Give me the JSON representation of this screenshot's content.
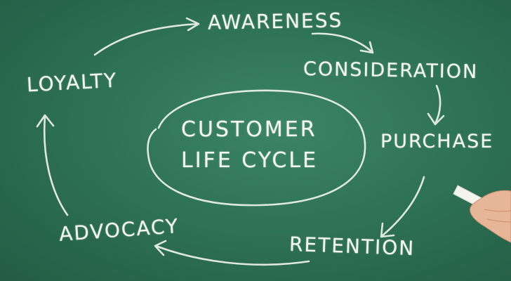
{
  "diagram": {
    "stages": {
      "awareness": "AWARENESS",
      "consideration": "CONSIDERATION",
      "purchase": "PURCHASE",
      "retention": "RETENTION",
      "advocacy": "ADVOCACY",
      "loyalty": "LOYALTY"
    },
    "center": {
      "line1": "CUSTOMER",
      "line2": "LIFE CYCLE"
    }
  },
  "colors": {
    "board": "#2f7356",
    "chalk": "#f2f6f1",
    "skin": "#e7b597"
  }
}
